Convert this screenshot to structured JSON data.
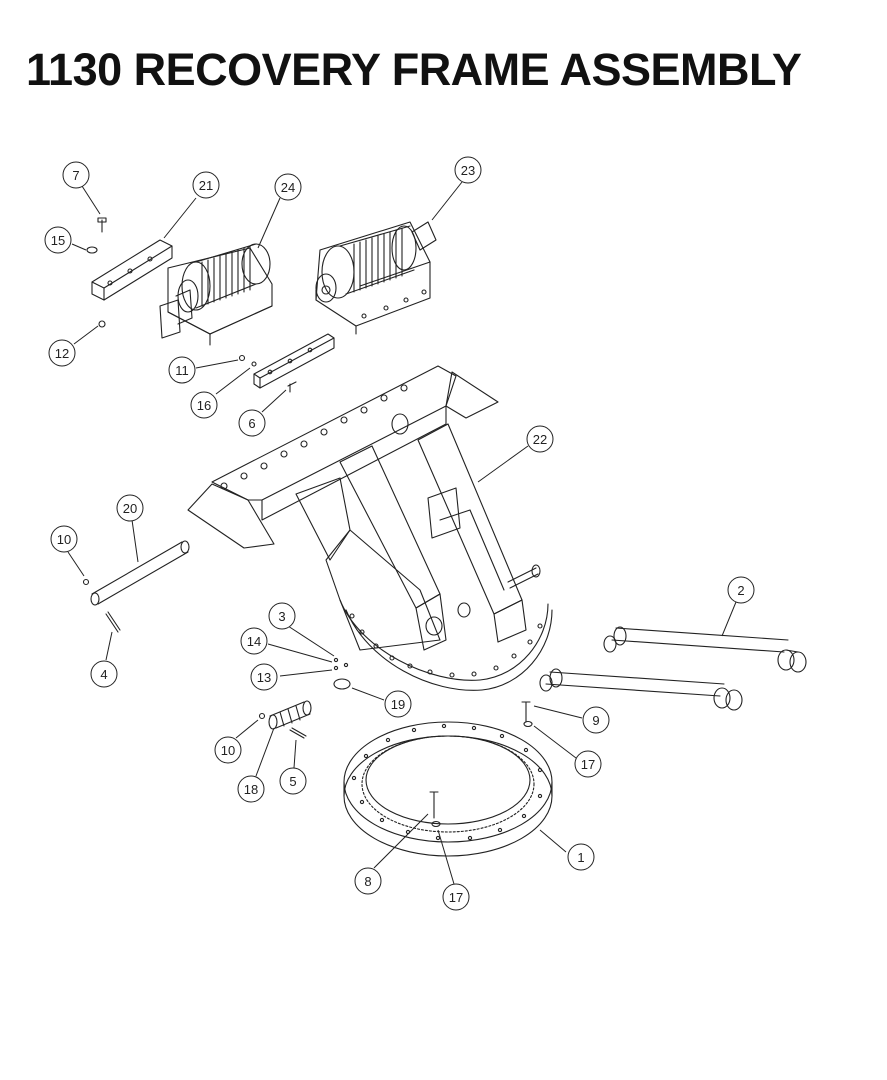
{
  "title": "1130 RECOVERY FRAME ASSEMBLY",
  "colors": {
    "ink": "#222222",
    "background": "#ffffff"
  },
  "callouts": [
    {
      "id": "c7",
      "label": "7"
    },
    {
      "id": "c21",
      "label": "21"
    },
    {
      "id": "c24",
      "label": "24"
    },
    {
      "id": "c23",
      "label": "23"
    },
    {
      "id": "c15",
      "label": "15"
    },
    {
      "id": "c12",
      "label": "12"
    },
    {
      "id": "c11",
      "label": "11"
    },
    {
      "id": "c16",
      "label": "16"
    },
    {
      "id": "c6",
      "label": "6"
    },
    {
      "id": "c22",
      "label": "22"
    },
    {
      "id": "c20",
      "label": "20"
    },
    {
      "id": "c10a",
      "label": "10"
    },
    {
      "id": "c2",
      "label": "2"
    },
    {
      "id": "c3",
      "label": "3"
    },
    {
      "id": "c14",
      "label": "14"
    },
    {
      "id": "c13",
      "label": "13"
    },
    {
      "id": "c4",
      "label": "4"
    },
    {
      "id": "c19",
      "label": "19"
    },
    {
      "id": "c9",
      "label": "9"
    },
    {
      "id": "c10b",
      "label": "10"
    },
    {
      "id": "c17a",
      "label": "17"
    },
    {
      "id": "c18",
      "label": "18"
    },
    {
      "id": "c5",
      "label": "5"
    },
    {
      "id": "c1",
      "label": "1"
    },
    {
      "id": "c8",
      "label": "8"
    },
    {
      "id": "c17b",
      "label": "17"
    }
  ]
}
